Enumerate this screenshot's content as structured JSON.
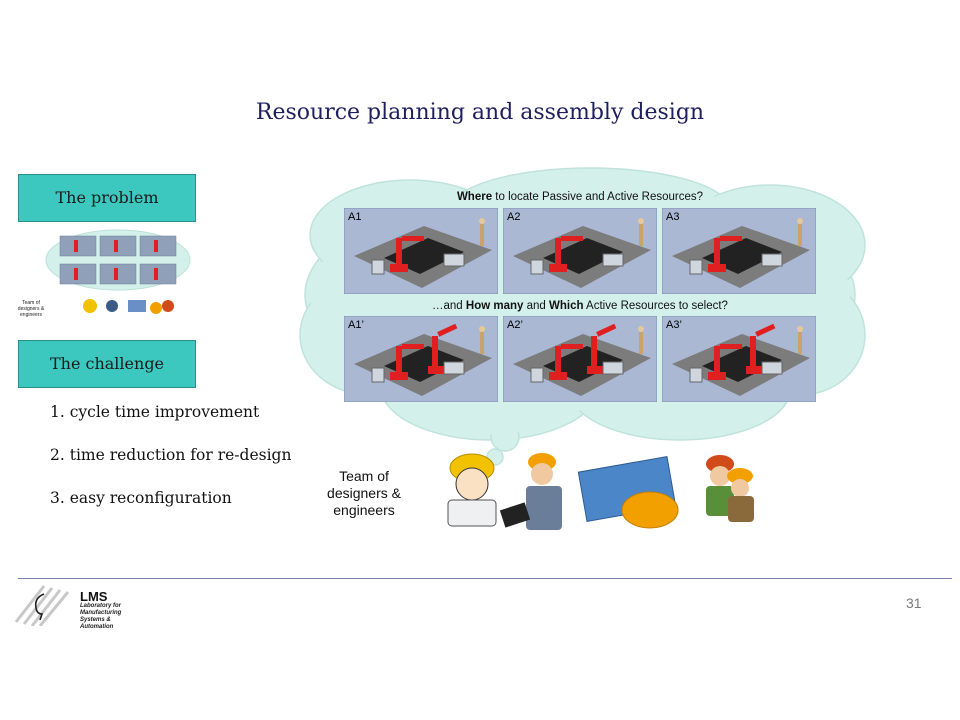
{
  "slide": {
    "title": "Resource planning and assembly design",
    "page_number": "31"
  },
  "problem": {
    "label": "The problem",
    "thumb_team_label": "Team of designers & engineers"
  },
  "challenge": {
    "label": "The challenge",
    "items": [
      "1.   cycle time improvement",
      "2.  time reduction for re-design",
      "3.  easy   reconfiguration"
    ]
  },
  "cloud": {
    "question1_bold": "Where",
    "question1_rest": " to locate Passive and Active Resources?",
    "question2_pre": "…and ",
    "question2_bold1": "How many",
    "question2_mid": " and ",
    "question2_bold2": "Which",
    "question2_rest": " Active Resources to select?",
    "panels_top": [
      "A1",
      "A2",
      "A3"
    ],
    "panels_bottom": [
      "A1’",
      "A2’",
      "A3’"
    ],
    "cloud_color": "#d4f0ea"
  },
  "team": {
    "label": "Team of designers & engineers"
  },
  "footer": {
    "logo_name": "LMS",
    "logo_sub": "Laboratory for Manufacturing Systems & Automation"
  }
}
